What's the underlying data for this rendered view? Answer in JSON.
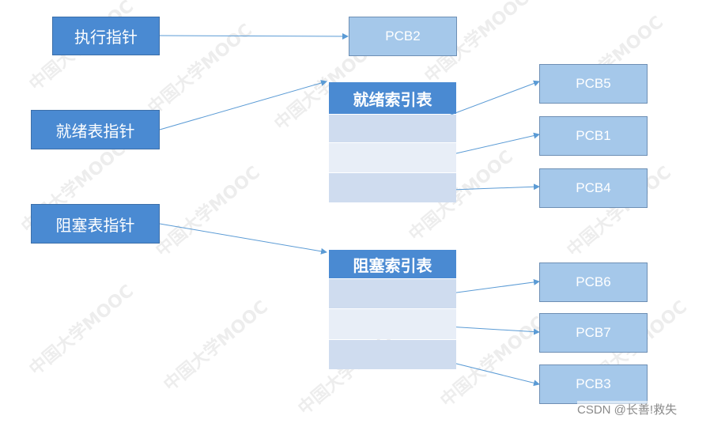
{
  "pointers": {
    "exec": "执行指针",
    "ready": "就绪表指针",
    "blocked": "阻塞表指针"
  },
  "ready_index": {
    "title": "就绪索引表"
  },
  "blocked_index": {
    "title": "阻塞索引表"
  },
  "pcbs": {
    "pcb2": "PCB2",
    "pcb5": "PCB5",
    "pcb1": "PCB1",
    "pcb4": "PCB4",
    "pcb6": "PCB6",
    "pcb7": "PCB7",
    "pcb3": "PCB3"
  },
  "watermark": {
    "text": "中国大学MOOC"
  },
  "credit": "CSDN @长善!救失",
  "colors": {
    "pointer_fill": "#4a8ad2",
    "pcb_fill": "#a5c8ea",
    "index_row_dark": "#cfdcef",
    "index_row_light": "#e8eef7",
    "arrow": "#5b9bd5"
  }
}
